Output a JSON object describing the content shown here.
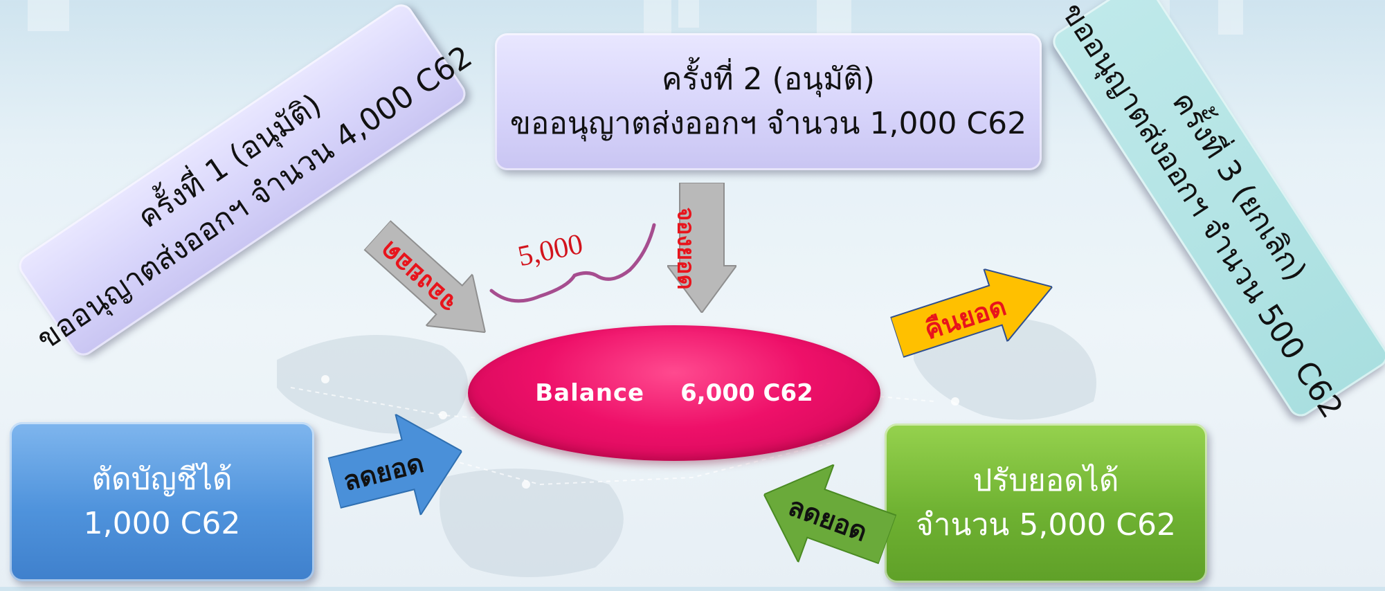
{
  "box1": {
    "line1": "ครั้งที่ 1  (อนุมัติ)",
    "line2": "ขออนุญาตส่งออกฯ จำนวน 4,000  C62"
  },
  "box2": {
    "line1": "ครั้งที่ 2  (อนุมัติ)",
    "line2": "ขออนุญาตส่งออกฯ จำนวน 1,000   C62"
  },
  "box3": {
    "line1": "ครั้งที่ 3  (ยกเลิก)",
    "line2": "ขออนุญาตส่งออกฯ  จำนวน   500  C62"
  },
  "writeoff": {
    "line1": "ตัดบัญชีได้",
    "line2": "1,000 C62"
  },
  "adjust": {
    "line1": "ปรับยอดได้",
    "line2": "จำนวน 5,000 C62"
  },
  "balance": {
    "label": "Balance",
    "value": "6,000  C62"
  },
  "arrows": {
    "reserve_left": "จองยอด",
    "reserve_top": "จองยอด",
    "return": "คืนยอด",
    "reduce_left": "ลดยอด",
    "reduce_right": "ลดยอด"
  },
  "brace_total": "5,000",
  "colors": {
    "balance": "#ee1069",
    "reserve_text": "#e8141c",
    "reduce_text": "#111111",
    "return_arrow": "#ffc000",
    "gray_arrow": "#b9b9b9",
    "blue_arrow": "#4a90d9",
    "green_arrow": "#6aaa3a",
    "brace": "#a64d8f"
  }
}
